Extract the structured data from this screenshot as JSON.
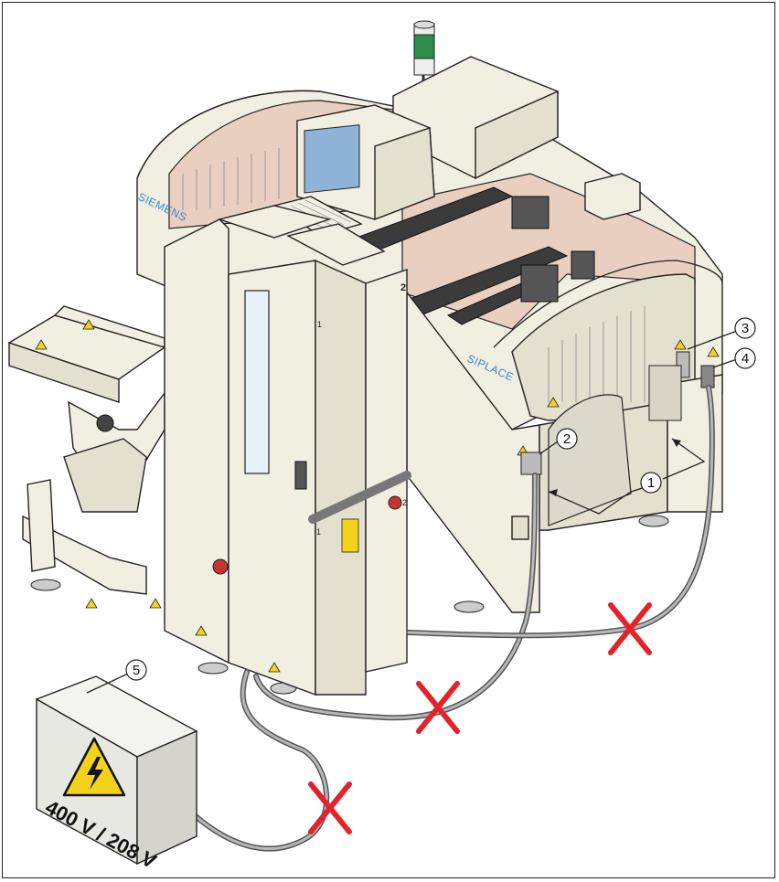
{
  "machine": {
    "brand_side": "SIEMENS",
    "brand_front": "SIPLACE",
    "door_number_left": "1",
    "door_number_right": "2",
    "cabinet_number_left": "1",
    "cabinet_number_right": "2"
  },
  "power_box": {
    "voltage_label": "400 V / 208 V",
    "icon": "high-voltage-warning-icon"
  },
  "callouts": [
    {
      "id": 1,
      "label": "1"
    },
    {
      "id": 2,
      "label": "2"
    },
    {
      "id": 3,
      "label": "3"
    },
    {
      "id": 4,
      "label": "4"
    },
    {
      "id": 5,
      "label": "5"
    }
  ],
  "colors": {
    "cross_mark": "#e3232c",
    "machine_body": "#f1eee2",
    "warning_yellow": "#f4d21a",
    "signal_green": "#2e8b4a",
    "monitor_screen": "#8fb3d6"
  }
}
